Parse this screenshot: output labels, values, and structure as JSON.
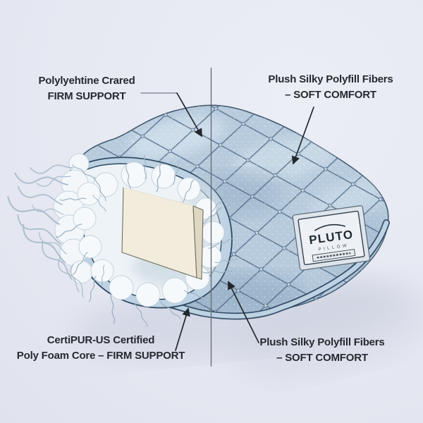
{
  "background": "#e6e8f2",
  "annotations": {
    "top_left": {
      "line1": "Polylyehtine Crared",
      "line2": "FIRM SUPPORT"
    },
    "top_right": {
      "line1": "Plush Silky Polyfill Fibers",
      "line2": "– SOFT COMFORT"
    },
    "bottom_left": {
      "line1": "CertiPUR-US Certified",
      "line2": "Poly Foam Core – FIRM SUPPORT"
    },
    "bottom_right": {
      "line1": "Plush Silky Polyfill Fibers",
      "line2": "– SOFT COMFORT"
    }
  },
  "pillow_tag": {
    "brand": "PLUTO",
    "product": "PILLOW"
  },
  "colors": {
    "background": "#e6e8f2",
    "fabric_light": "#c3d4e2",
    "fabric_mid": "#aec3d6",
    "quilt_seam": "#46627f",
    "outline": "#2e4a63",
    "piping": "#bdd2e2",
    "fluff": "#f2f6f9",
    "fluff_stroke": "#9fb4c4",
    "foam_front": "#f1ecdc",
    "foam_side": "#ded7c2",
    "label_ink": "#26292e",
    "leader_line": "#23272c",
    "divider_line": "#6a6f78",
    "shadow": "#c7ccdc"
  }
}
